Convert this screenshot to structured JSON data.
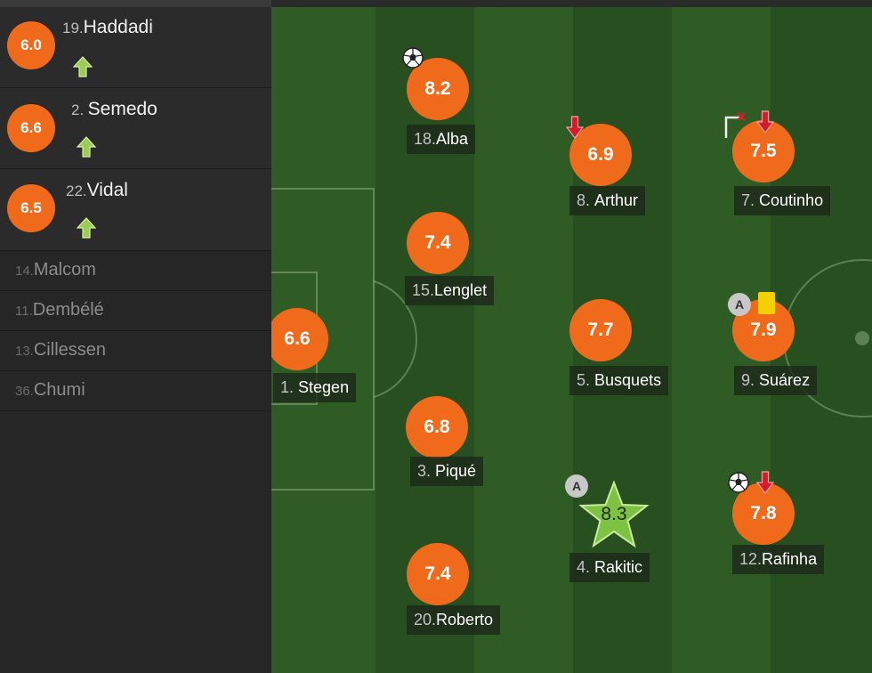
{
  "substitutes": [
    {
      "rating": "6.0",
      "number": "19.",
      "name": "Haddadi"
    },
    {
      "rating": "6.6",
      "number": "2.",
      "name": "Semedo"
    },
    {
      "rating": "6.5",
      "number": "22.",
      "name": "Vidal"
    }
  ],
  "bench": [
    {
      "number": "14.",
      "name": "Malcom"
    },
    {
      "number": "11.",
      "name": "Dembélé"
    },
    {
      "number": "13.",
      "name": "Cillessen"
    },
    {
      "number": "36.",
      "name": "Chumi"
    }
  ],
  "lineup": {
    "stegen": {
      "rating": "6.6",
      "number": "1.",
      "name": "Stegen"
    },
    "alba": {
      "rating": "8.2",
      "number": "18.",
      "name": "Alba"
    },
    "lenglet": {
      "rating": "7.4",
      "number": "15.",
      "name": "Lenglet"
    },
    "pique": {
      "rating": "6.8",
      "number": "3.",
      "name": "Piqué"
    },
    "roberto": {
      "rating": "7.4",
      "number": "20.",
      "name": "Roberto"
    },
    "arthur": {
      "rating": "6.9",
      "number": "8.",
      "name": "Arthur"
    },
    "busquets": {
      "rating": "7.7",
      "number": "5.",
      "name": "Busquets"
    },
    "rakitic": {
      "rating": "8.3",
      "number": "4.",
      "name": "Rakitic"
    },
    "coutinho": {
      "rating": "7.5",
      "number": "7.",
      "name": "Coutinho"
    },
    "suarez": {
      "rating": "7.9",
      "number": "9.",
      "name": "Suárez"
    },
    "rafinha": {
      "rating": "7.8",
      "number": "12.",
      "name": "Rafinha"
    }
  },
  "assist_icon_letter": "A",
  "colors": {
    "rating_circle": "#f06a1b",
    "man_of_match_star": "#7dc242",
    "sub_in_arrow": "#9ccc55",
    "sub_out_arrow": "#d51b2b",
    "yellow_card": "#f5d000",
    "pitch": "#2e5a24"
  },
  "icons": [
    "sub-in-arrow-icon",
    "sub-out-arrow-icon",
    "goal-ball-icon",
    "assist-icon",
    "yellow-card-icon",
    "corner-flag-icon",
    "star-icon"
  ]
}
